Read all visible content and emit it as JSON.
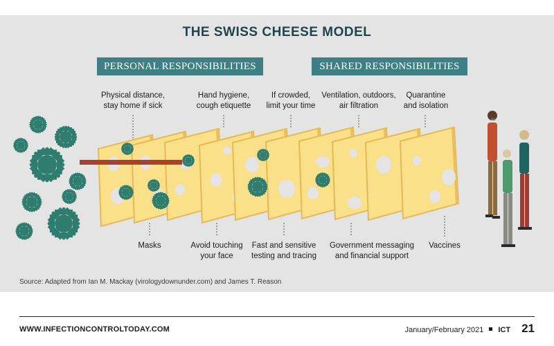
{
  "title": "THE SWISS CHEESE MODEL",
  "headers": {
    "personal": "PERSONAL RESPONSIBILITIES",
    "shared": "SHARED RESPONSIBILITIES"
  },
  "top_labels": [
    {
      "line1": "Physical distance,",
      "line2": "stay home if sick"
    },
    {
      "line1": "Hand hygiene,",
      "line2": "cough etiquette"
    },
    {
      "line1": "If crowded,",
      "line2": "limit your time"
    },
    {
      "line1": "Ventilation, outdoors,",
      "line2": "air filtration"
    },
    {
      "line1": "Quarantine",
      "line2": "and isolation"
    }
  ],
  "bottom_labels": [
    {
      "line1": "Masks",
      "line2": ""
    },
    {
      "line1": "Avoid touching",
      "line2": "your face"
    },
    {
      "line1": "Fast and sensitive",
      "line2": "testing and tracing"
    },
    {
      "line1": "Government messaging",
      "line2": "and financial support"
    },
    {
      "line1": "Vaccines",
      "line2": ""
    }
  ],
  "source": "Source: Adapted from Ian M. Mackay (virologydownunder.com) and James T. Reason",
  "footer": {
    "website": "WWW.INFECTIONCONTROLTODAY.COM",
    "issue": "January/February 2021",
    "brand": "ICT",
    "page": "21"
  },
  "colors": {
    "title": "#1e4450",
    "header_bg": "#3e7f83",
    "cheese": "#fbe08a",
    "cheese_edge": "#e6b955",
    "virus": "#2f7d6f",
    "arrow": "#a8422f",
    "panel_bg": "#e3e4e3"
  }
}
